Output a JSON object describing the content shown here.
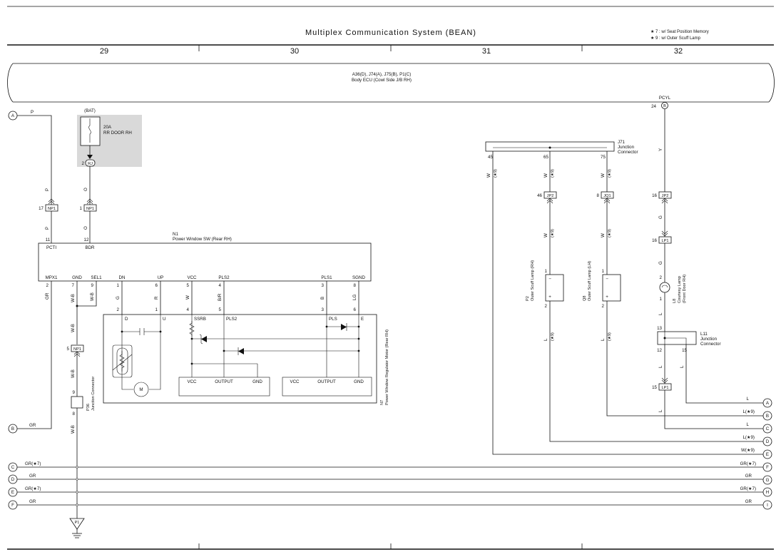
{
  "title": "Multiplex Communication System (BEAN)",
  "notes": [
    "★ 7 : w/ Seat Position Memory",
    "★ 9 : w/ Outer Scuff Lamp"
  ],
  "columns": [
    "29",
    "30",
    "31",
    "32"
  ],
  "ecu": {
    "line1": "A36(D), J74(A), J75(B), P1(C)",
    "line2": "Body ECU (Cowl Side J/B RH)",
    "pin_name": "PCYL",
    "pin_no": "24",
    "pin_letter": "B"
  },
  "left_refs": [
    "A",
    "B",
    "C",
    "D",
    "E",
    "F"
  ],
  "right_refs": [
    "A",
    "B",
    "C",
    "D",
    "E",
    "F",
    "G",
    "H",
    "I"
  ],
  "fuse": {
    "bat": "(BAT)",
    "label1": "20A",
    "label2": "RR DOOR RH",
    "conn": "RJ",
    "conn_pin": "2"
  },
  "wires": {
    "p": "P",
    "o": "O",
    "gr": "GR",
    "wb": "W-B",
    "g": "G",
    "r": "R",
    "w": "W",
    "br": "B/R",
    "b": "B",
    "lg": "LG",
    "l": "L",
    "y": "Y",
    "w9": "W",
    "star9": "(★9)",
    "l_star9": "L(★9)",
    "w_star9": "W(★9)",
    "gr_star7": "GR(★7)"
  },
  "np1": {
    "name": "NP1",
    "pin17": "17",
    "pin1": "1",
    "pin5": "5"
  },
  "n1": {
    "id": "N1",
    "name": "Power Window SW (Rear RH)",
    "top_pins": [
      {
        "no": "11",
        "name": "PCTI"
      },
      {
        "no": "12",
        "name": "BDR"
      }
    ],
    "bottom_pins": [
      {
        "name": "MPX1",
        "no": "2"
      },
      {
        "name": "GND",
        "no": "7"
      },
      {
        "name": "SEL1",
        "no": "9"
      },
      {
        "name": "DN",
        "no": "1"
      },
      {
        "name": "UP",
        "no": "6"
      },
      {
        "name": "VCC",
        "no": "5"
      },
      {
        "name": "PLS2",
        "no": "4"
      },
      {
        "name": "PLS1",
        "no": "3"
      },
      {
        "name": "SGND",
        "no": "8"
      }
    ]
  },
  "n7": {
    "id": "N7",
    "name": "Power Window Regulator Motor (Rear RH)",
    "pins": [
      "2",
      "1",
      "4",
      "5",
      "3",
      "6"
    ],
    "labels": {
      "d": "D",
      "u": "U",
      "ssrb": "SSRB",
      "pls2": "PLS2",
      "pls": "PLS",
      "e": "E",
      "m": "M"
    },
    "box1": [
      "VCC",
      "OUTPUT",
      "GND"
    ],
    "box2": [
      "VCC",
      "OUTPUT",
      "GND"
    ]
  },
  "p36": {
    "id": "P36",
    "name": "Junction Connector",
    "pin9": "9",
    "pin8": "8"
  },
  "ground": "P1",
  "j71": {
    "id": "J71",
    "name1": "Junction",
    "name2": "Connector",
    "pins": [
      "45",
      "65",
      "75"
    ]
  },
  "jp2": {
    "name": "JP2",
    "pin46": "46",
    "pin16": "16"
  },
  "jq1": {
    "name": "JQ1",
    "pin8": "8"
  },
  "lp1": {
    "name": "LP1",
    "pin16": "16",
    "pin15": "15"
  },
  "p2": {
    "id": "P2",
    "name": "Outer Scuff Lamp (RH)",
    "pin1": "1",
    "pin2": "2",
    "minus": "−",
    "plus": "+"
  },
  "q8": {
    "id": "Q8",
    "name": "Outer Scuff Lamp (LH)",
    "pin1": "1",
    "pin2": "2",
    "minus": "−",
    "plus": "+"
  },
  "l8": {
    "id": "L8",
    "name1": "Courtesy Lamp",
    "name2": "(Front Door RH)",
    "pin2": "2",
    "pin1": "1"
  },
  "l11": {
    "id": "L11",
    "name1": "Junction",
    "name2": "Connector",
    "pin13": "13",
    "pin12": "12",
    "pin15": "15"
  }
}
